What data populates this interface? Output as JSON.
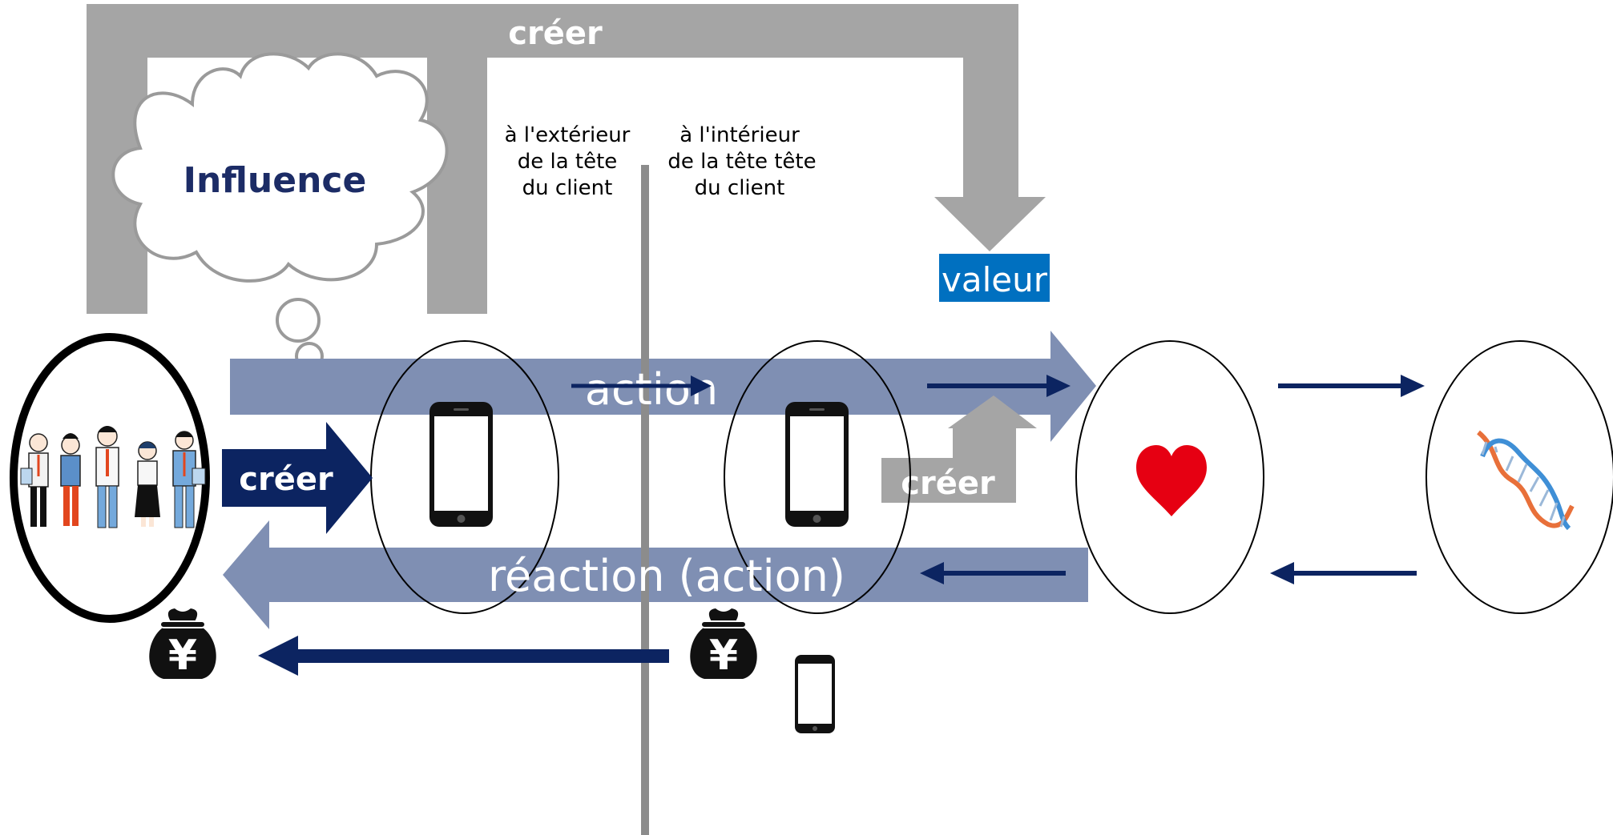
{
  "labels": {
    "creer_top": "créer",
    "influence": "Influence",
    "outside_l1": "à l'extérieur",
    "outside_l2": "de la tête",
    "outside_l3": "du client",
    "inside_l1": "à l'intérieur",
    "inside_l2": "de la tête tête",
    "inside_l3": "du client",
    "valeur": "valeur",
    "action": "action",
    "creer_left": "créer",
    "creer_right": "créer",
    "reaction": "réaction (action)",
    "yen_symbol": "¥"
  },
  "colors": {
    "gray": "#a5a5a5",
    "band": "#7f8fb3",
    "navy": "#0c2461",
    "valeur_bg": "#0070c0",
    "heart": "#e60012",
    "black": "#000000"
  },
  "icons": [
    "people-group-icon",
    "smartphone-icon",
    "heart-icon",
    "dna-icon",
    "yen-money-bag-icon",
    "thought-cloud-icon"
  ]
}
